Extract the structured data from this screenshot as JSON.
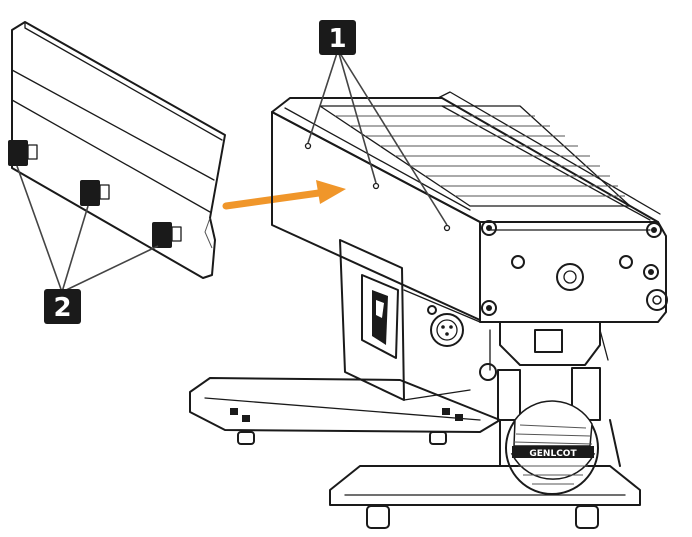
{
  "callouts": {
    "label_1": "1",
    "label_2": "2"
  },
  "brand_badge": "GENLCOT",
  "colors": {
    "arrow": "#f0962a",
    "line": "#1a1a1a",
    "background": "#ffffff"
  },
  "icons": {
    "insert_direction": "arrow-right-icon"
  }
}
